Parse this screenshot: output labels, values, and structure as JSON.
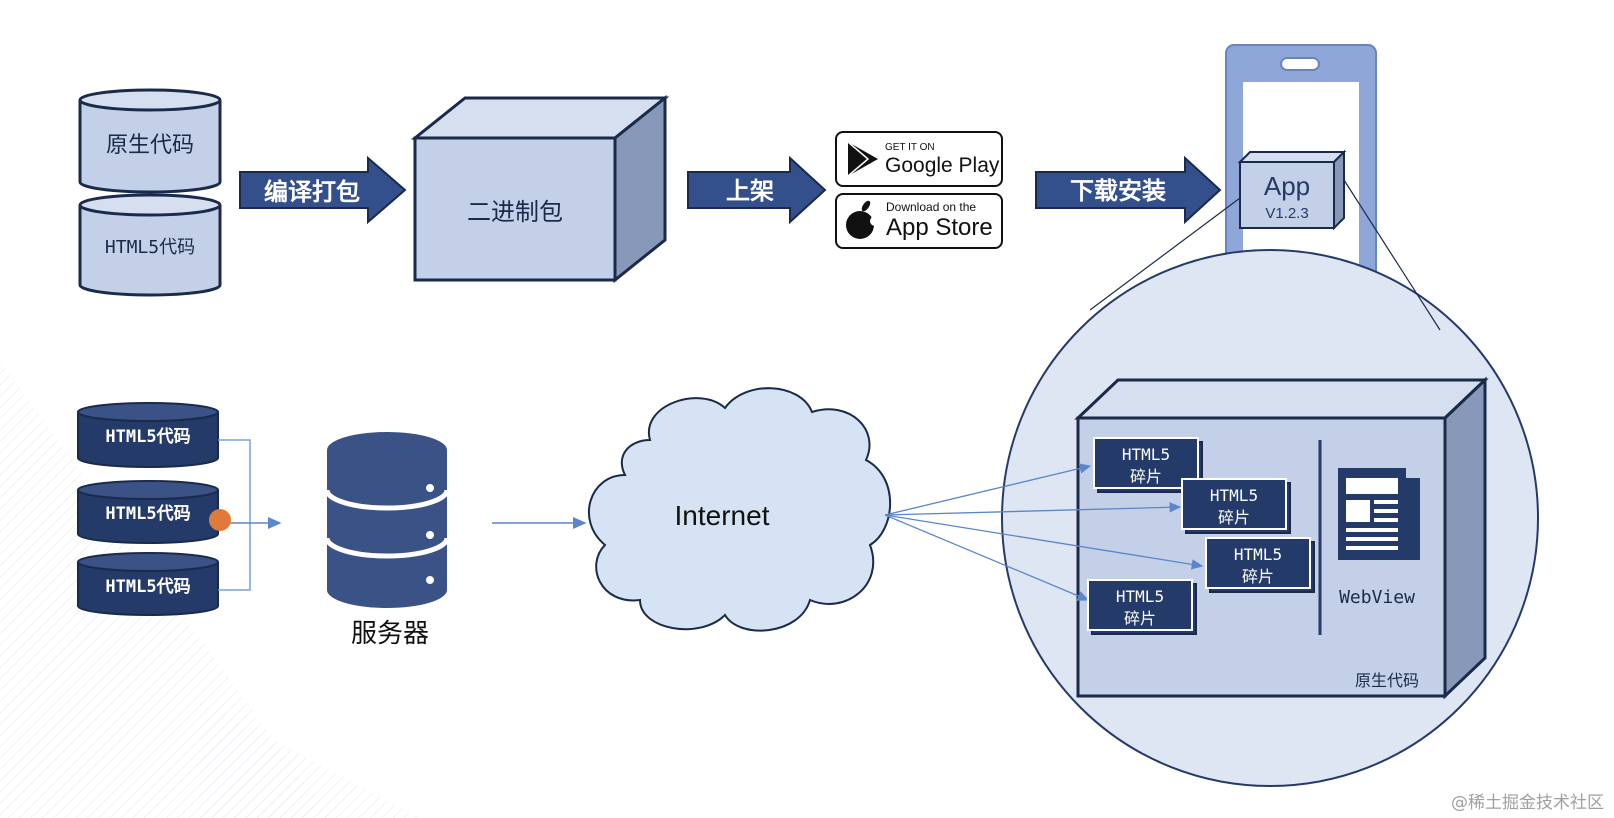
{
  "top_flow": {
    "source_native_label": "原生代码",
    "source_html5_label": "HTML5代码",
    "arrow_compile_label": "编译打包",
    "binary_package_label": "二进制包",
    "arrow_publish_label": "上架",
    "google_play": {
      "small": "GET IT ON",
      "big": "Google Play"
    },
    "app_store": {
      "small": "Download on the",
      "big": "App Store"
    },
    "arrow_install_label": "下载安装",
    "app_badge": {
      "title": "App",
      "version": "V1.2.3"
    }
  },
  "bottom_flow": {
    "html5_items": [
      "HTML5代码",
      "HTML5代码",
      "HTML5代码"
    ],
    "server_label": "服务器",
    "cloud_label": "Internet"
  },
  "zoom": {
    "fragments": [
      {
        "line1": "HTML5",
        "line2": "碎片"
      },
      {
        "line1": "HTML5",
        "line2": "碎片"
      },
      {
        "line1": "HTML5",
        "line2": "碎片"
      },
      {
        "line1": "HTML5",
        "line2": "碎片"
      }
    ],
    "webview_label": "WebView",
    "native_label": "原生代码"
  },
  "watermark": "@稀土掘金技术社区",
  "colors": {
    "light_fill": "#c3d0e8",
    "dark_navy": "#243a68",
    "arrow_blue": "#34508c",
    "outline": "#1a2a4a",
    "phone": "#8fa6d8",
    "orange_dot": "#e07a3a",
    "circle_fill": "#dde6f2"
  },
  "icons": [
    "google-play-icon",
    "apple-icon",
    "database-icon",
    "cloud-icon",
    "newspaper-icon"
  ]
}
